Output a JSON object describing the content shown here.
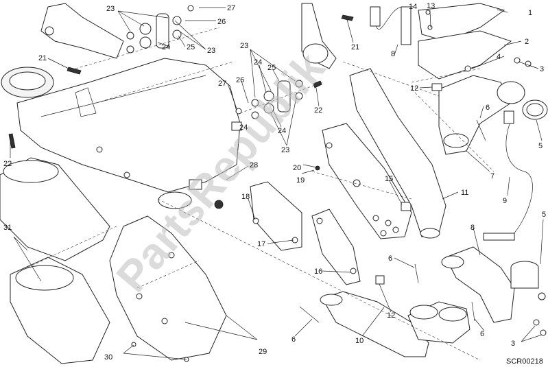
{
  "diagram": {
    "code": "SCR00218",
    "watermark": "PartsRepublik",
    "colors": {
      "line": "#222222",
      "watermark": "#bdbdbd"
    },
    "callouts": [
      {
        "id": "c1",
        "text": "1"
      },
      {
        "id": "c2",
        "text": "2"
      },
      {
        "id": "c3a",
        "text": "3"
      },
      {
        "id": "c3b",
        "text": "3"
      },
      {
        "id": "c4",
        "text": "4"
      },
      {
        "id": "c5a",
        "text": "5"
      },
      {
        "id": "c5b",
        "text": "5"
      },
      {
        "id": "c6a",
        "text": "6"
      },
      {
        "id": "c6b",
        "text": "6"
      },
      {
        "id": "c6c",
        "text": "6"
      },
      {
        "id": "c6d",
        "text": "6"
      },
      {
        "id": "c7",
        "text": "7"
      },
      {
        "id": "c8a",
        "text": "8"
      },
      {
        "id": "c8b",
        "text": "8"
      },
      {
        "id": "c9",
        "text": "9"
      },
      {
        "id": "c10",
        "text": "10"
      },
      {
        "id": "c11",
        "text": "11"
      },
      {
        "id": "c12a",
        "text": "12"
      },
      {
        "id": "c12b",
        "text": "12"
      },
      {
        "id": "c13",
        "text": "13"
      },
      {
        "id": "c14",
        "text": "14"
      },
      {
        "id": "c15",
        "text": "15"
      },
      {
        "id": "c16",
        "text": "16"
      },
      {
        "id": "c17",
        "text": "17"
      },
      {
        "id": "c18",
        "text": "18"
      },
      {
        "id": "c19",
        "text": "19"
      },
      {
        "id": "c20",
        "text": "20"
      },
      {
        "id": "c21a",
        "text": "21"
      },
      {
        "id": "c21b",
        "text": "21"
      },
      {
        "id": "c22a",
        "text": "22"
      },
      {
        "id": "c22b",
        "text": "22"
      },
      {
        "id": "c23a",
        "text": "23"
      },
      {
        "id": "c23b",
        "text": "23"
      },
      {
        "id": "c23c",
        "text": "23"
      },
      {
        "id": "c23d",
        "text": "23"
      },
      {
        "id": "c24a",
        "text": "24"
      },
      {
        "id": "c24b",
        "text": "24"
      },
      {
        "id": "c24c",
        "text": "24"
      },
      {
        "id": "c24d",
        "text": "24"
      },
      {
        "id": "c25a",
        "text": "25"
      },
      {
        "id": "c25b",
        "text": "25"
      },
      {
        "id": "c26a",
        "text": "26"
      },
      {
        "id": "c26b",
        "text": "26"
      },
      {
        "id": "c27a",
        "text": "27"
      },
      {
        "id": "c27b",
        "text": "27"
      },
      {
        "id": "c28",
        "text": "28"
      },
      {
        "id": "c29",
        "text": "29"
      },
      {
        "id": "c30",
        "text": "30"
      },
      {
        "id": "c31",
        "text": "31"
      }
    ]
  }
}
